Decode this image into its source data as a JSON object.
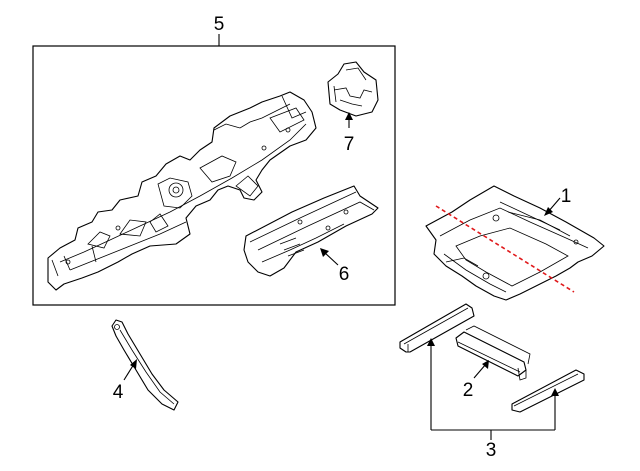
{
  "callouts": {
    "c1": "1",
    "c2": "2",
    "c3": "3",
    "c4": "4",
    "c5": "5",
    "c6": "6",
    "c7": "7"
  },
  "colors": {
    "line": "#000000",
    "cut_line": "#e0191b",
    "background": "#ffffff"
  }
}
